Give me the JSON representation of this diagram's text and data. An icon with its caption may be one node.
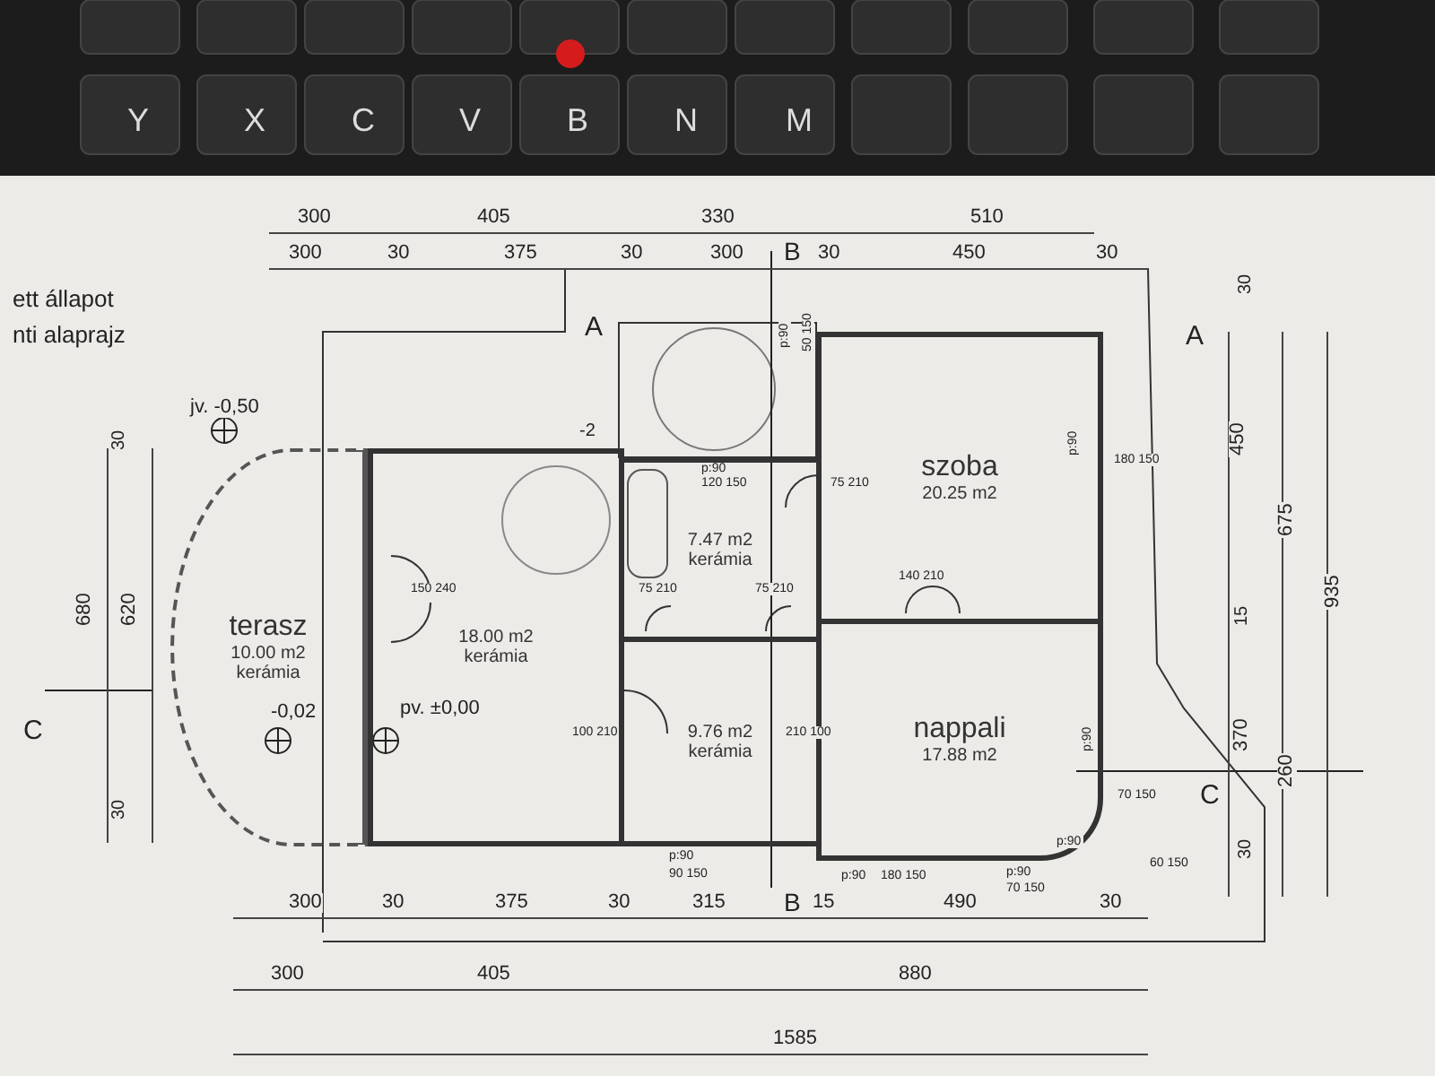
{
  "diagram": {
    "nodes": [
      {
        "text": [
          "terasz",
          "10.00 m2 kerámia"
        ]
      },
      {
        "text": [
          "18.00 m2 kerámia"
        ]
      },
      {
        "text": [
          "7.47 m2 kerámia"
        ]
      },
      {
        "text": [
          "9.76 m2 kerámia"
        ]
      },
      {
        "text": [
          "szoba",
          "20.25 m2"
        ]
      },
      {
        "text": [
          "nappali",
          "17.88 m2"
        ]
      }
    ],
    "labels": [
      "Y",
      "X",
      "C",
      "V",
      "B",
      "N",
      "M",
      "ett állapot",
      "nti alaprajz",
      "300",
      "405",
      "330",
      "510",
      "300",
      "30",
      "375",
      "30",
      "300",
      "B",
      "30",
      "450",
      "30",
      "A",
      "A",
      "30",
      "jv. -0,50",
      "-2",
      "p:90",
      "50 150",
      "p:90",
      "120 150",
      "75 210",
      "p:90",
      "180 150",
      "30",
      "680",
      "620",
      "150 240",
      "75 210",
      "75 210",
      "140 210",
      "450",
      "675",
      "935",
      "15",
      "C",
      "C",
      "-0,02",
      "pv. ±0,00",
      "100 210",
      "210 100",
      "370",
      "260",
      "p:90",
      "70 150",
      "p:90",
      "60 150",
      "30",
      "30",
      "p:90",
      "90 150",
      "p:90",
      "180 150",
      "p:90",
      "70 150",
      "300",
      "30",
      "375",
      "30",
      "315",
      "B",
      "15",
      "490",
      "30",
      "300",
      "405",
      "880",
      "1585"
    ]
  }
}
